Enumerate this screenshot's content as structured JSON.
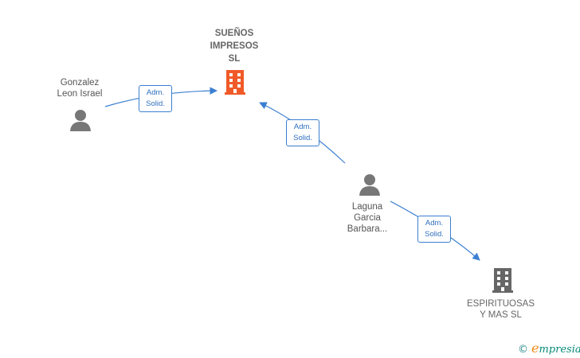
{
  "nodes": {
    "company_main": {
      "label_lines": [
        "SUEÑOS",
        "IMPRESOS",
        "SL"
      ],
      "color": "#f05a28",
      "icon": "building-icon"
    },
    "company_secondary": {
      "label_lines": [
        "ESPIRITUOSAS",
        "Y MAS  SL"
      ],
      "color": "#666666",
      "icon": "building-icon"
    },
    "person_gonzalez": {
      "label_lines": [
        "Gonzalez",
        "Leon Israel"
      ],
      "icon": "person-icon"
    },
    "person_laguna": {
      "label_lines": [
        "Laguna",
        "Garcia",
        "Barbara..."
      ],
      "icon": "person-icon"
    }
  },
  "relations": [
    {
      "line1": "Adm.",
      "line2": "Solid."
    },
    {
      "line1": "Adm.",
      "line2": "Solid."
    },
    {
      "line1": "Adm.",
      "line2": "Solid."
    }
  ],
  "colors": {
    "edge": "#3b7fd0",
    "person_icon": "#777777"
  },
  "watermark": {
    "copyright": "©",
    "first_letter": "e",
    "rest": "mpresia"
  }
}
